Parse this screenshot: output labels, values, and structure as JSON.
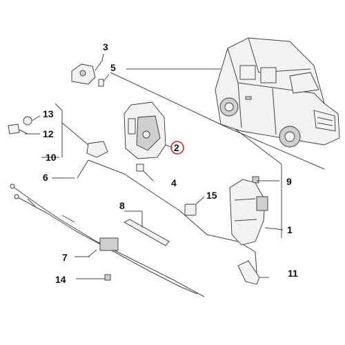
{
  "callouts": [
    {
      "id": "c1",
      "label": "1"
    },
    {
      "id": "c2",
      "label": "2"
    },
    {
      "id": "c3",
      "label": "3"
    },
    {
      "id": "c4",
      "label": "4"
    },
    {
      "id": "c5",
      "label": "5"
    },
    {
      "id": "c6",
      "label": "6"
    },
    {
      "id": "c7",
      "label": "7"
    },
    {
      "id": "c8",
      "label": "8"
    },
    {
      "id": "c9",
      "label": "9"
    },
    {
      "id": "c10",
      "label": "10"
    },
    {
      "id": "c11",
      "label": "11"
    },
    {
      "id": "c12",
      "label": "12"
    },
    {
      "id": "c13",
      "label": "13"
    },
    {
      "id": "c14",
      "label": "14"
    },
    {
      "id": "c15",
      "label": "15"
    }
  ],
  "highlight": {
    "label": "2",
    "color": "#d9262c"
  },
  "colors": {
    "line": "#444444",
    "part_fill": "#f2f2f2"
  }
}
